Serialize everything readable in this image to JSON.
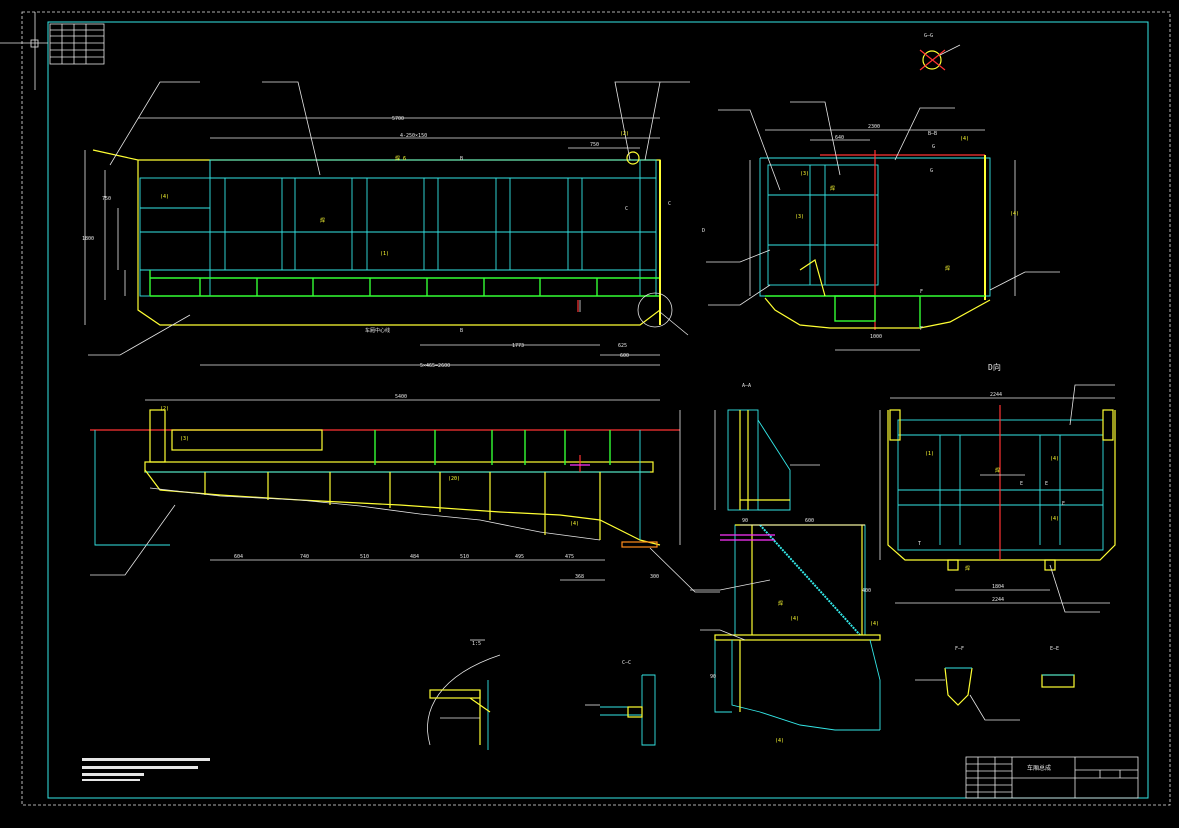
{
  "drawing": {
    "view_d_label": "D向",
    "title_text": "车厢总成",
    "sec_aa": "A—A",
    "sec_bb": "B—B",
    "sec_cc": "C—C",
    "sec_ee": "E—E",
    "sec_ff": "F—F",
    "sec_gg": "G—G"
  },
  "colors": {
    "background": "#000000",
    "frame": "#33e6e6",
    "outline": "#ffff33",
    "member": "#33ff33",
    "centerline": "#ff3333",
    "leader": "#e6e6e6"
  }
}
